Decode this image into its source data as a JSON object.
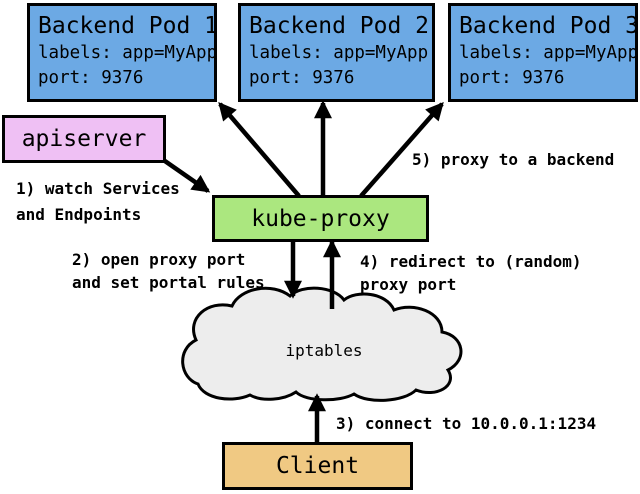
{
  "colors": {
    "background": "#FFFFFF",
    "pod_fill": "#6CA9E4",
    "apiserver_fill": "#EFC0F4",
    "kube_proxy_fill": "#ABE77F",
    "client_fill": "#F0C983",
    "cloud_fill": "#EDEDED",
    "outline": "#000000",
    "arrow": "#000000",
    "text": "#000000"
  },
  "nodes": {
    "pods": [
      {
        "title": "Backend Pod 1",
        "labels": "labels: app=MyApp",
        "port": "port: 9376"
      },
      {
        "title": "Backend Pod 2",
        "labels": "labels: app=MyApp",
        "port": "port: 9376"
      },
      {
        "title": "Backend Pod 3",
        "labels": "labels: app=MyApp",
        "port": "port: 9376"
      }
    ],
    "apiserver": {
      "label": "apiserver"
    },
    "kube_proxy": {
      "label": "kube-proxy"
    },
    "iptables": {
      "label": "iptables"
    },
    "client": {
      "label": "Client"
    }
  },
  "steps": {
    "step1_line1": "1) watch Services",
    "step1_line2": "and Endpoints",
    "step2_line1": "2) open proxy port",
    "step2_line2": "and set portal rules",
    "step3": "3) connect to 10.0.0.1:1234",
    "step4_line1": "4) redirect to (random)",
    "step4_line2": "proxy port",
    "step5": "5) proxy to a backend"
  }
}
